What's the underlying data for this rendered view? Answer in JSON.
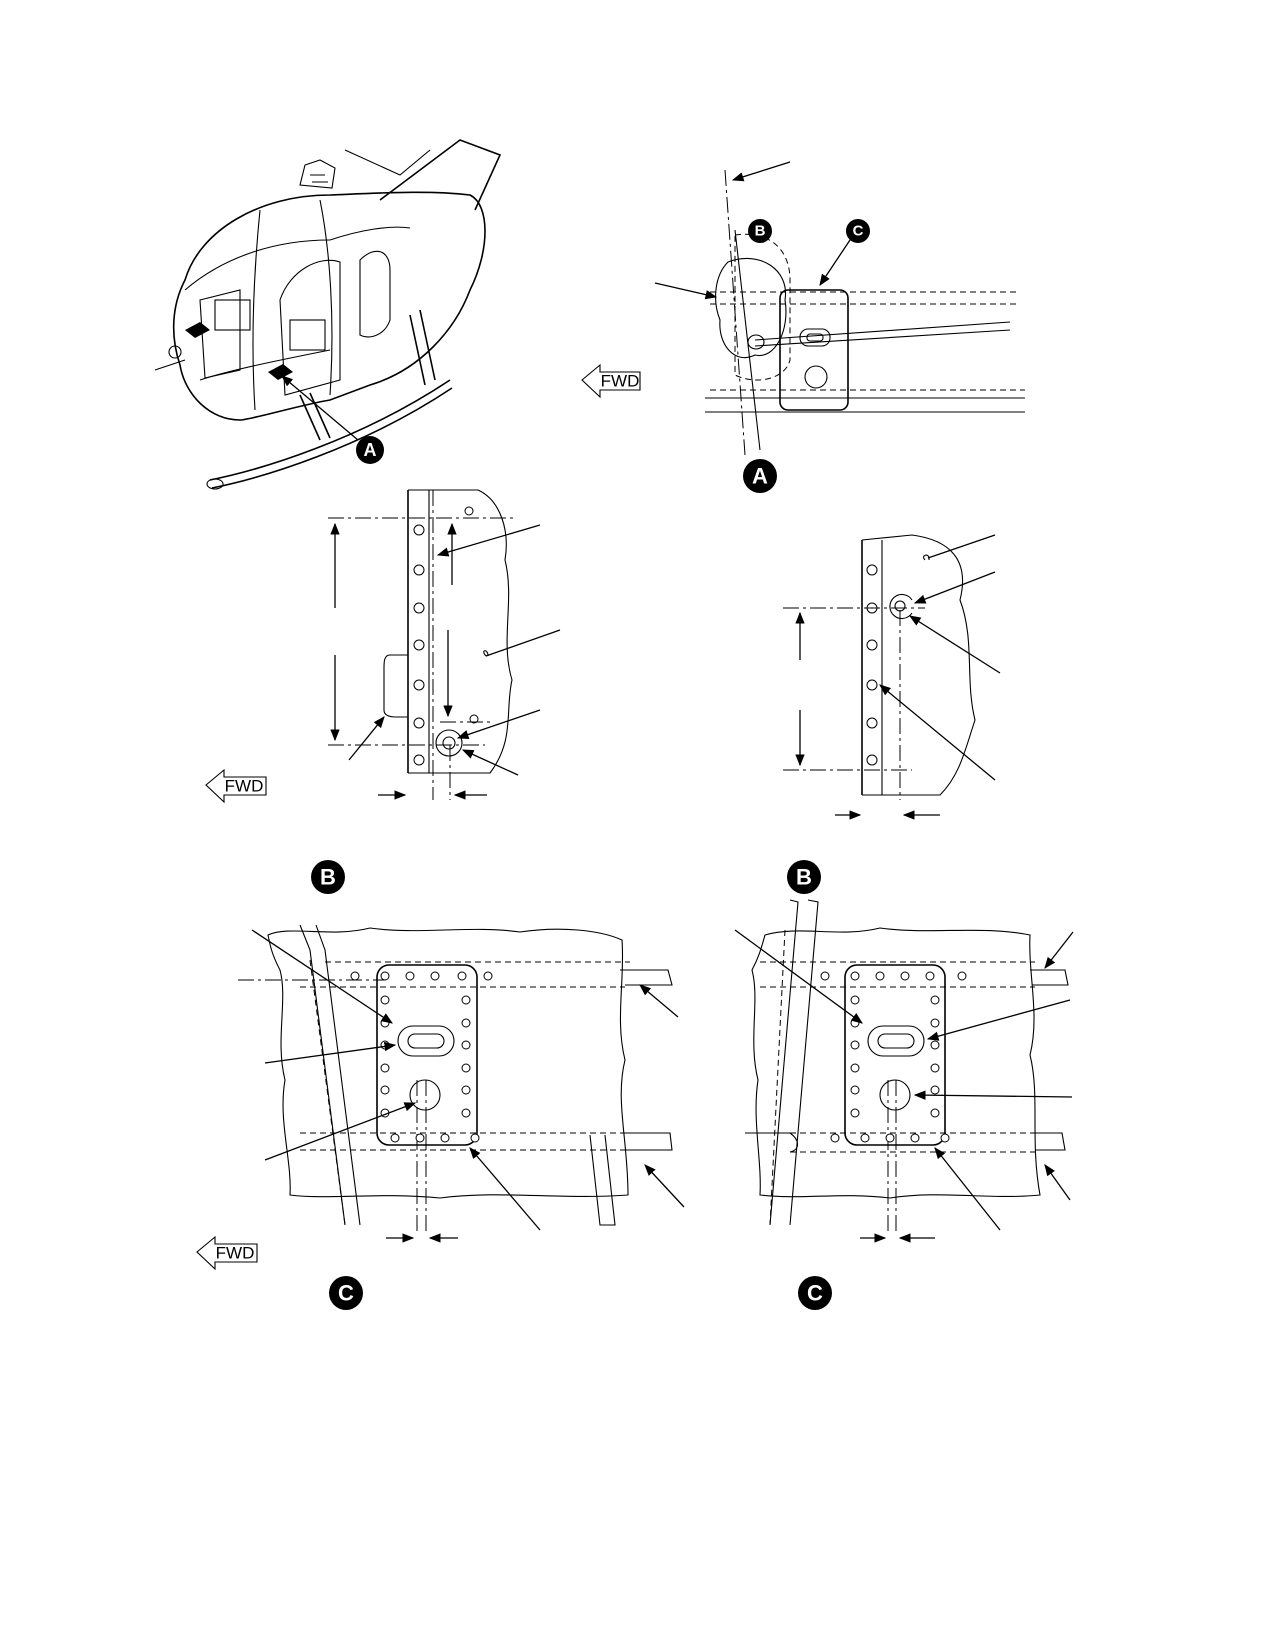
{
  "fwd_indicators": [
    {
      "label": "FWD"
    },
    {
      "label": "FWD"
    },
    {
      "label": "FWD"
    }
  ],
  "callouts": {
    "overview_a": "A",
    "view_a_title": "A",
    "view_a_b": "B",
    "view_a_c": "C",
    "view_b_left": "B",
    "view_b_right": "B",
    "view_c_left": "C",
    "view_c_right": "C"
  }
}
